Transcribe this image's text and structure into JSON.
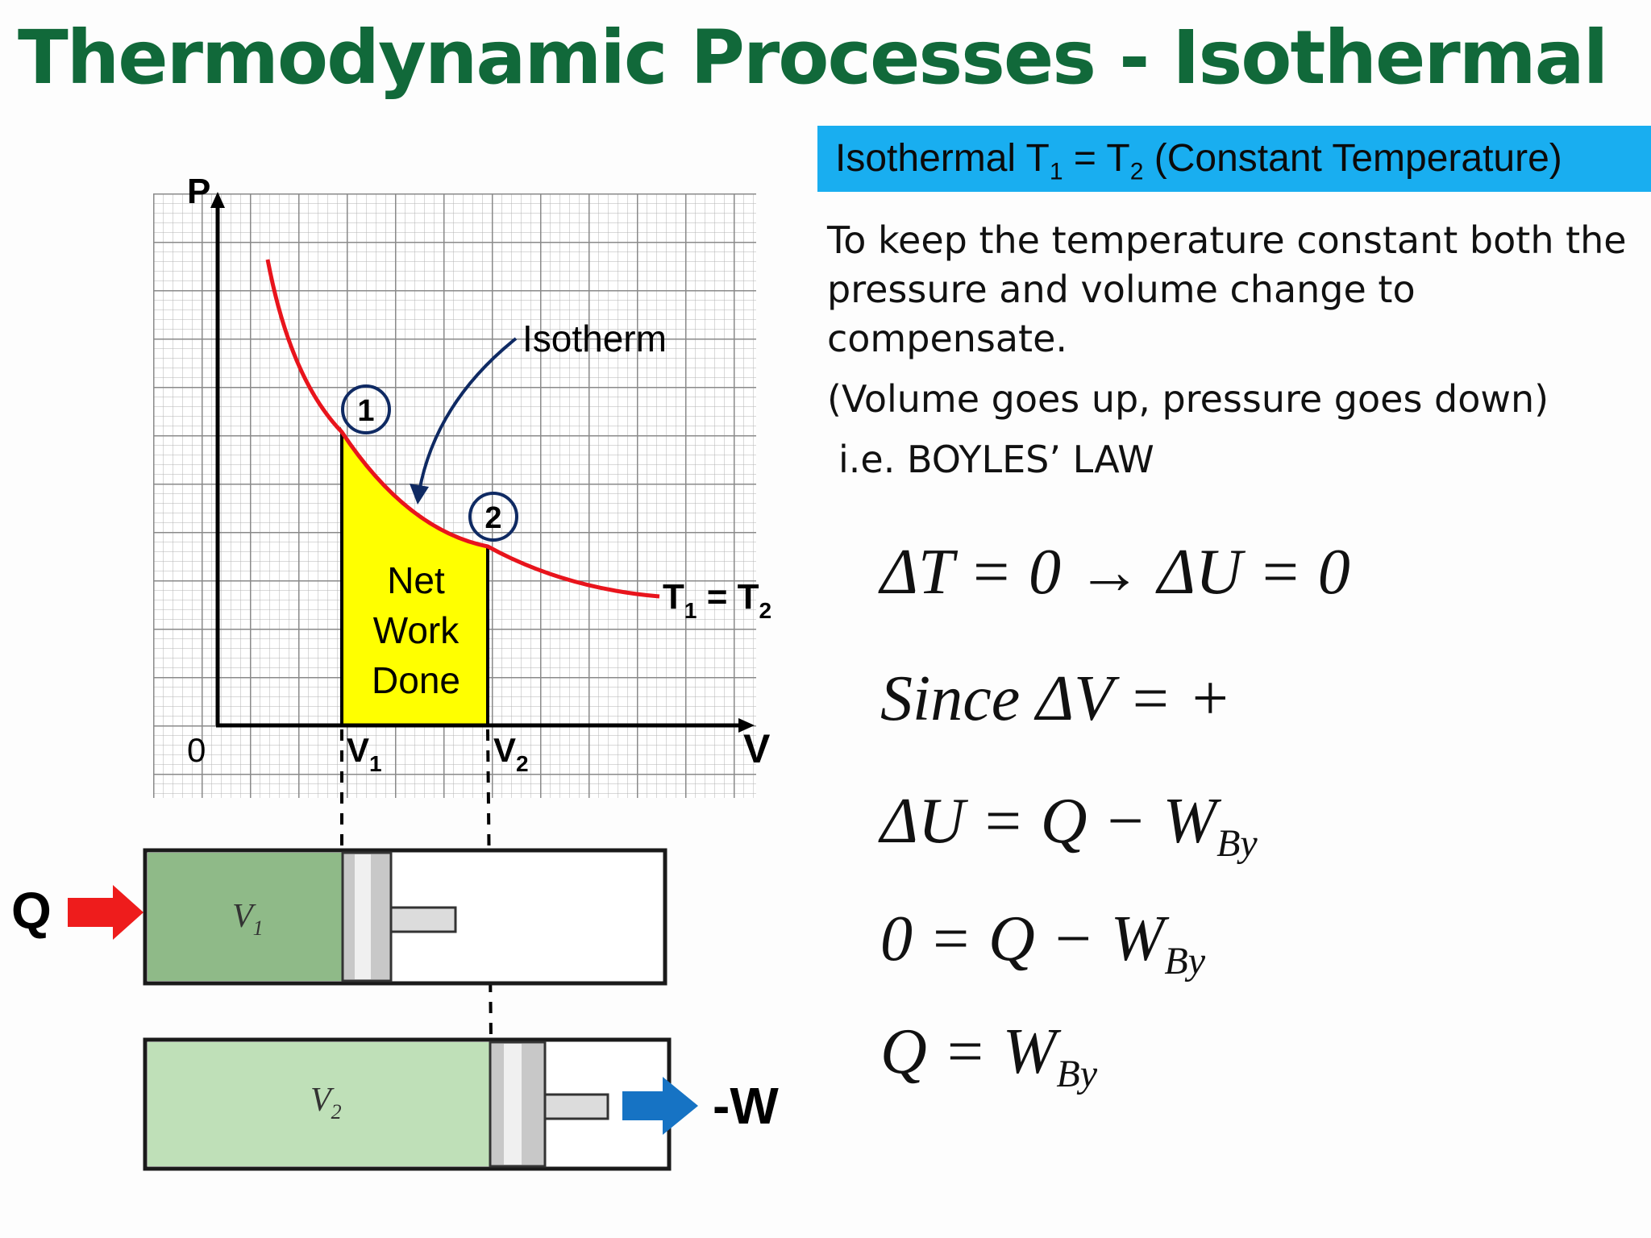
{
  "slide_title": "Thermodynamic Processes - Isothermal",
  "banner": {
    "prefix": "Isothermal  T",
    "t1_sub": "1",
    "equals": " = T",
    "t2_sub": "2",
    "suffix": " (Constant Temperature)"
  },
  "description": {
    "paragraph_1": "To keep the temperature constant both the pressure and volume change to compensate.",
    "paragraph_2": "(Volume goes up, pressure goes down)",
    "paragraph_3": "i.e. BOYLES’ LAW"
  },
  "equations": {
    "eq1": "ΔT = 0  → ΔU = 0",
    "eq2": "Since ΔV = +",
    "eq3_main": "ΔU = Q − W",
    "eq3_sub": "By",
    "eq4_main": "0 = Q − W",
    "eq4_sub": "By",
    "eq5_main": "Q = W",
    "eq5_sub": "By"
  },
  "graph": {
    "y_axis_label": "P",
    "x_axis_label": "V",
    "origin_label": "0",
    "v1_label": "V",
    "v1_sub": "1",
    "v2_label": "V",
    "v2_sub": "2",
    "curve_label": "Isotherm",
    "point_1": "1",
    "point_2": "2",
    "area_line_1": "Net",
    "area_line_2": "Work",
    "area_line_3": "Done",
    "end_label_t1": "T",
    "end_label_t1_sub": "1",
    "end_label_eq": " = T",
    "end_label_t2_sub": "2"
  },
  "cylinders": {
    "heat_label": "Q",
    "work_label": "-W",
    "state_1_label": "V",
    "state_1_sub": "1",
    "state_2_label": "V",
    "state_2_sub": "2"
  },
  "colors": {
    "title": "#11693a",
    "banner": "#19aef0",
    "isotherm": "#e8141c",
    "work_area": "#ffff00",
    "heat_arrow": "#ee1c1c",
    "work_arrow": "#1673c4",
    "gas_state_1": "#8fba88",
    "gas_state_2": "#bfe0b8"
  }
}
